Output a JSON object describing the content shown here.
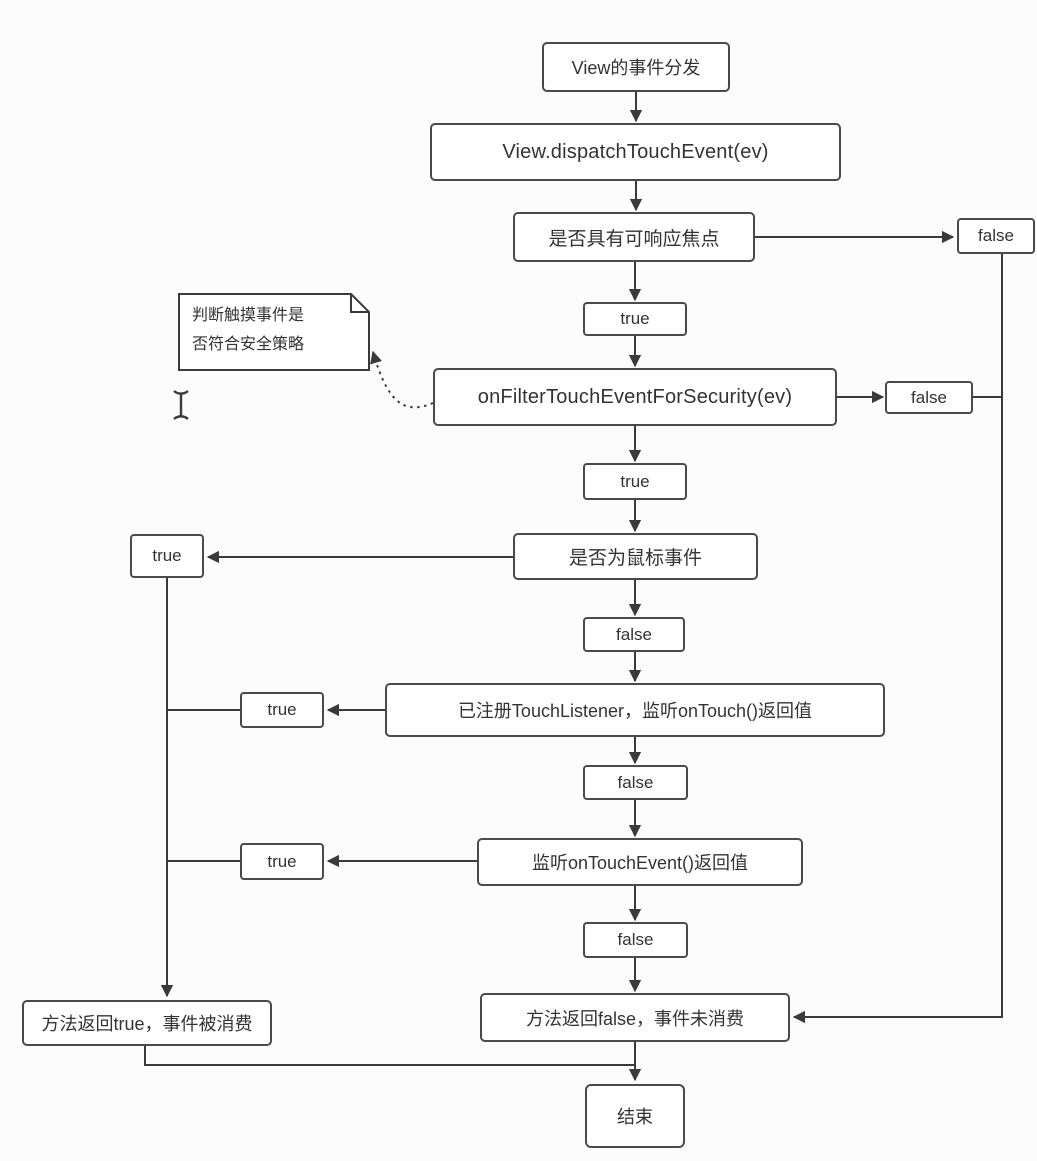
{
  "colors": {
    "line": "#3a3a3a",
    "box_border": "#4a4a4a",
    "box_background": "#ffffff",
    "text": "#333333",
    "canvas_background": "#fcfcfc"
  },
  "nodes": {
    "start": "View的事件分发",
    "dispatch": "View.dispatchTouchEvent(ev)",
    "focus_check": "是否具有可响应焦点",
    "focus_false": "false",
    "focus_true": "true",
    "security_filter": "onFilterTouchEventForSecurity(ev)",
    "security_note": "判断触摸事件是否符合安全策略",
    "security_false": "false",
    "security_true": "true",
    "mouse_check": "是否为鼠标事件",
    "mouse_true": "true",
    "mouse_false": "false",
    "touch_listener": "已注册TouchListener，监听onTouch()返回值",
    "touch_listener_true": "true",
    "touch_listener_false": "false",
    "on_touch_event": "监听onTouchEvent()返回值",
    "on_touch_event_true": "true",
    "on_touch_event_false": "false",
    "consumed": "方法返回true，事件被消费",
    "not_consumed": "方法返回false，事件未消费",
    "end": "结束"
  }
}
